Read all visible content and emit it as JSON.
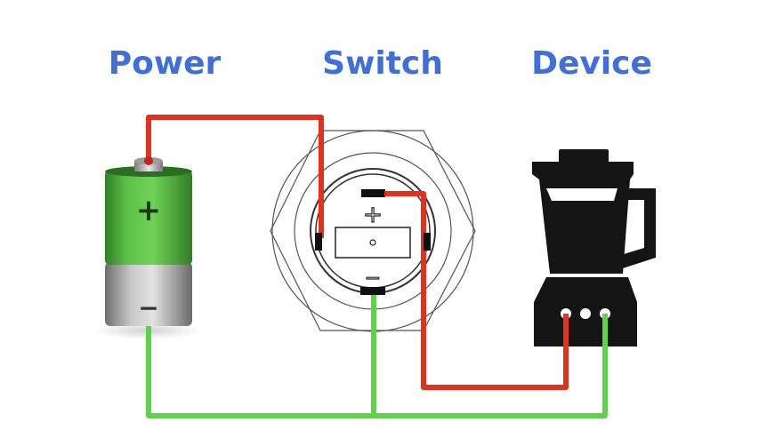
{
  "labels": {
    "power": "Power",
    "switch": "Switch",
    "device": "Device"
  },
  "battery": {
    "positive_symbol": "+",
    "negative_symbol": "−"
  },
  "switch": {
    "positive_symbol": "+",
    "negative_symbol": "−"
  },
  "colors": {
    "label": "#3f6fd8",
    "positive_wire": "#e0321f",
    "negative_wire": "#5fd24a",
    "battery_top": "#4fae3c",
    "battery_bottom": "#a9a9a9",
    "switch_outline": "#4a4a4a",
    "device": "#141414"
  }
}
